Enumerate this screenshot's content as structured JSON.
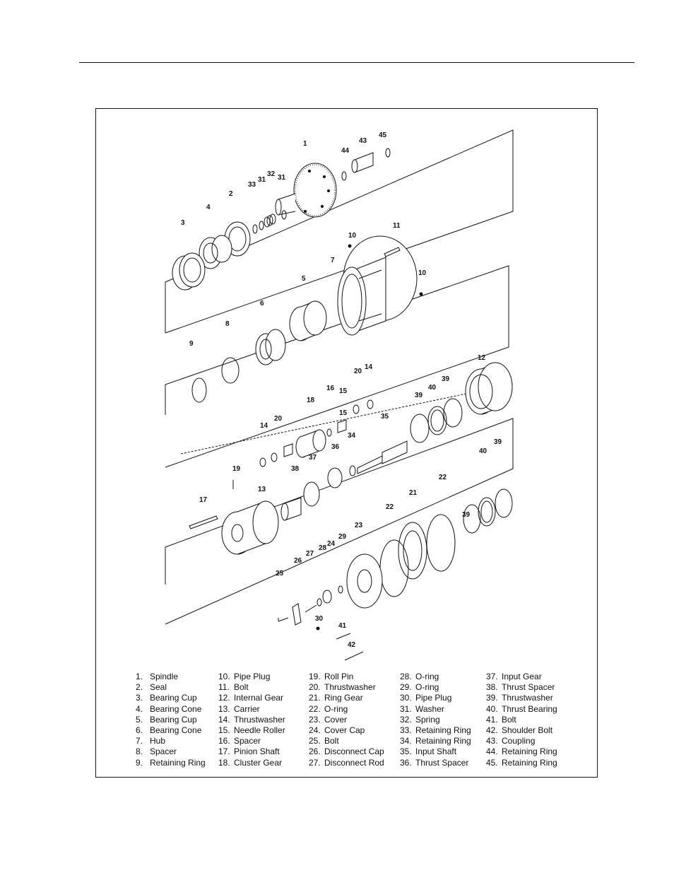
{
  "callouts": [
    {
      "n": "1"
    },
    {
      "n": "2"
    },
    {
      "n": "3"
    },
    {
      "n": "4"
    },
    {
      "n": "5"
    },
    {
      "n": "6"
    },
    {
      "n": "7"
    },
    {
      "n": "8"
    },
    {
      "n": "9"
    },
    {
      "n": "10"
    },
    {
      "n": "10"
    },
    {
      "n": "11"
    },
    {
      "n": "12"
    },
    {
      "n": "13"
    },
    {
      "n": "14"
    },
    {
      "n": "14"
    },
    {
      "n": "15"
    },
    {
      "n": "15"
    },
    {
      "n": "16"
    },
    {
      "n": "17"
    },
    {
      "n": "18"
    },
    {
      "n": "19"
    },
    {
      "n": "20"
    },
    {
      "n": "20"
    },
    {
      "n": "21"
    },
    {
      "n": "22"
    },
    {
      "n": "22"
    },
    {
      "n": "23"
    },
    {
      "n": "24"
    },
    {
      "n": "25"
    },
    {
      "n": "26"
    },
    {
      "n": "27"
    },
    {
      "n": "28"
    },
    {
      "n": "29"
    },
    {
      "n": "30"
    },
    {
      "n": "31"
    },
    {
      "n": "31"
    },
    {
      "n": "32"
    },
    {
      "n": "33"
    },
    {
      "n": "34"
    },
    {
      "n": "35"
    },
    {
      "n": "36"
    },
    {
      "n": "37"
    },
    {
      "n": "38"
    },
    {
      "n": "39"
    },
    {
      "n": "39"
    },
    {
      "n": "39"
    },
    {
      "n": "39"
    },
    {
      "n": "40"
    },
    {
      "n": "40"
    },
    {
      "n": "41"
    },
    {
      "n": "42"
    },
    {
      "n": "43"
    },
    {
      "n": "44"
    },
    {
      "n": "45"
    }
  ],
  "legend": [
    {
      "num": "1.",
      "label": "Spindle"
    },
    {
      "num": "2.",
      "label": "Seal"
    },
    {
      "num": "3.",
      "label": "Bearing Cup"
    },
    {
      "num": "4.",
      "label": "Bearing Cone"
    },
    {
      "num": "5.",
      "label": "Bearing Cup"
    },
    {
      "num": "6.",
      "label": "Bearing Cone"
    },
    {
      "num": "7.",
      "label": "Hub"
    },
    {
      "num": "8.",
      "label": "Spacer"
    },
    {
      "num": "9.",
      "label": "Retaining Ring"
    },
    {
      "num": "10.",
      "label": "Pipe Plug"
    },
    {
      "num": "11.",
      "label": "Bolt"
    },
    {
      "num": "12.",
      "label": "Internal Gear"
    },
    {
      "num": "13.",
      "label": "Carrier"
    },
    {
      "num": "14.",
      "label": "Thrustwasher"
    },
    {
      "num": "15.",
      "label": "Needle Roller"
    },
    {
      "num": "16.",
      "label": "Spacer"
    },
    {
      "num": "17.",
      "label": "Pinion Shaft"
    },
    {
      "num": "18.",
      "label": "Cluster Gear"
    },
    {
      "num": "19.",
      "label": "Roll Pin"
    },
    {
      "num": "20.",
      "label": "Thrustwasher"
    },
    {
      "num": "21.",
      "label": "Ring Gear"
    },
    {
      "num": "22.",
      "label": "O-ring"
    },
    {
      "num": "23.",
      "label": "Cover"
    },
    {
      "num": "24.",
      "label": "Cover Cap"
    },
    {
      "num": "25.",
      "label": "Bolt"
    },
    {
      "num": "26.",
      "label": "Disconnect Cap"
    },
    {
      "num": "27.",
      "label": "Disconnect Rod"
    },
    {
      "num": "28.",
      "label": "O-ring"
    },
    {
      "num": "29.",
      "label": "O-ring"
    },
    {
      "num": "30.",
      "label": "Pipe Plug"
    },
    {
      "num": "31.",
      "label": "Washer"
    },
    {
      "num": "32.",
      "label": "Spring"
    },
    {
      "num": "33.",
      "label": "Retaining Ring"
    },
    {
      "num": "34.",
      "label": "Retaining Ring"
    },
    {
      "num": "35.",
      "label": "Input Shaft"
    },
    {
      "num": "36.",
      "label": "Thrust Spacer"
    },
    {
      "num": "37.",
      "label": "Input Gear"
    },
    {
      "num": "38.",
      "label": "Thrust Spacer"
    },
    {
      "num": "39.",
      "label": "Thrustwasher"
    },
    {
      "num": "40.",
      "label": "Thrust Bearing"
    },
    {
      "num": "41.",
      "label": "Bolt"
    },
    {
      "num": "42.",
      "label": "Shoulder Bolt"
    },
    {
      "num": "43.",
      "label": "Coupling"
    },
    {
      "num": "44.",
      "label": "Retaining Ring"
    },
    {
      "num": "45.",
      "label": "Retaining Ring"
    }
  ]
}
